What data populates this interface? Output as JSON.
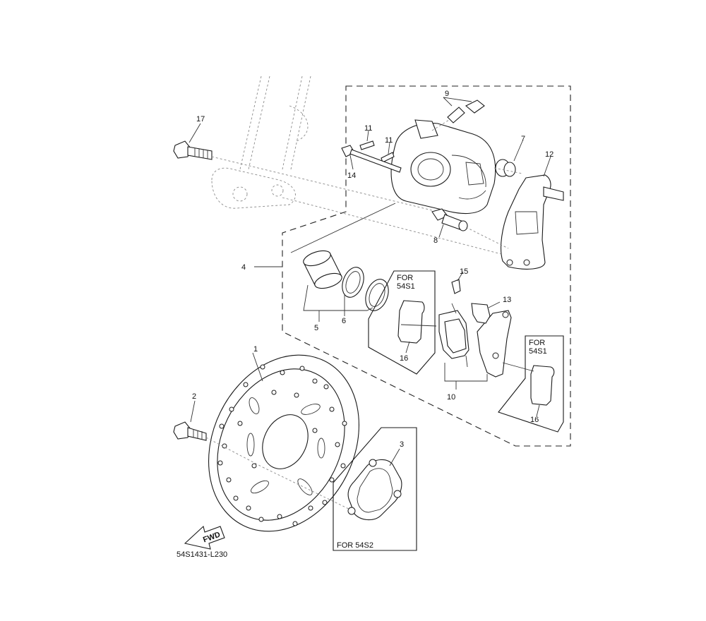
{
  "diagram_code": "54S1431-L230",
  "fwd_arrow_label": "FWD",
  "callouts": [
    {
      "id": "c1",
      "text": "1"
    },
    {
      "id": "c2",
      "text": "2"
    },
    {
      "id": "c3",
      "text": "3"
    },
    {
      "id": "c4",
      "text": "4"
    },
    {
      "id": "c5",
      "text": "5"
    },
    {
      "id": "c6",
      "text": "6"
    },
    {
      "id": "c7",
      "text": "7"
    },
    {
      "id": "c8",
      "text": "8"
    },
    {
      "id": "c9",
      "text": "9"
    },
    {
      "id": "c10",
      "text": "10"
    },
    {
      "id": "c11a",
      "text": "11"
    },
    {
      "id": "c11b",
      "text": "11"
    },
    {
      "id": "c12",
      "text": "12"
    },
    {
      "id": "c13",
      "text": "13"
    },
    {
      "id": "c14",
      "text": "14"
    },
    {
      "id": "c15",
      "text": "15"
    },
    {
      "id": "c16a",
      "text": "16"
    },
    {
      "id": "c16b",
      "text": "16"
    },
    {
      "id": "c17",
      "text": "17"
    }
  ],
  "variant_boxes": [
    {
      "id": "box-a",
      "line1": "FOR",
      "line2": "54S1"
    },
    {
      "id": "box-b",
      "line1": "FOR",
      "line2": "54S1"
    },
    {
      "id": "box-c",
      "line1": "FOR 54S2",
      "line2": ""
    }
  ]
}
